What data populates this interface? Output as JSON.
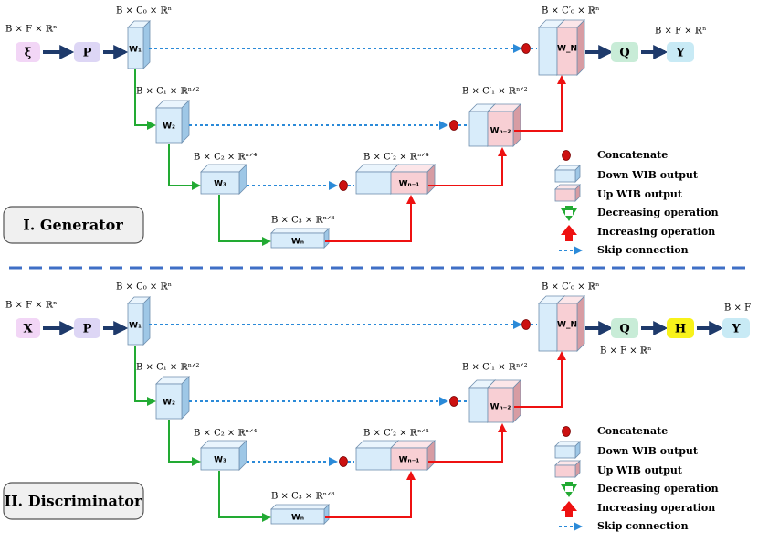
{
  "colors": {
    "down_front": "#d8ecfa",
    "down_side": "#9ec7e6",
    "down_top": "#eaf5fd",
    "up_front": "#f8cfd4",
    "up_side": "#d79ca3",
    "up_top": "#fce6e9",
    "stroke": "#6f8fae",
    "down_arrow": "#22aa33",
    "up_arrow": "#ee1111",
    "skip": "#2b8ad8",
    "main_arrow": "#1e3a6b",
    "concat": "#cc1111",
    "xi_box": "#f2d6f6",
    "p_box": "#ddd6f5",
    "q_box": "#c8ecd7",
    "y_box": "#c8eaf5",
    "h_box": "#f8f21a",
    "x_box": "#f2d6f6",
    "divider": "#3f6fc6",
    "panel_label_bg": "#f0f0f0"
  },
  "generator": {
    "label": "I. Generator",
    "input_dims": "B × F × ℝⁿ",
    "input_symbol": "ξ",
    "p_label": "P",
    "w1_dims": "B × C₀ × ℝⁿ",
    "w1_label": "W₁",
    "w2_dims": "B × C₁ × ℝⁿᐟ²",
    "w2_label": "W₂",
    "w3_dims": "B × C₂ × ℝⁿᐟ⁴",
    "w3_label": "W₃",
    "wn_dims": "B × C₃ × ℝⁿᐟ⁸",
    "wn_label": "Wₙ",
    "up1_dims": "B × C′₂ × ℝⁿᐟ⁴",
    "up1_label": "Wₙ₋₁",
    "up2_dims": "B × C′₁ × ℝⁿᐟ²",
    "up2_label": "Wₙ₋₂",
    "upN_dims": "B × C′₀ × ℝⁿ",
    "upN_label": "W_N",
    "q_label": "Q",
    "out_dims": "B × F × ℝⁿ",
    "y_label": "Y"
  },
  "discriminator": {
    "label": "II. Discriminator",
    "input_dims": "B × F × ℝⁿ",
    "input_symbol": "X",
    "p_label": "P",
    "w1_dims": "B × C₀ × ℝⁿ",
    "w1_label": "W₁",
    "w2_dims": "B × C₁ × ℝⁿᐟ²",
    "w2_label": "W₂",
    "w3_dims": "B × C₂ × ℝⁿᐟ⁴",
    "w3_label": "W₃",
    "wn_dims": "B × C₃ × ℝⁿᐟ⁸",
    "wn_label": "Wₙ",
    "up1_dims": "B × C′₂ × ℝⁿᐟ⁴",
    "up1_label": "Wₙ₋₁",
    "up2_dims": "B × C′₁ × ℝⁿᐟ²",
    "up2_label": "Wₙ₋₂",
    "upN_dims": "B × C′₀ × ℝⁿ",
    "upN_label": "W_N",
    "q_label": "Q",
    "q_dims": "B × F × ℝⁿ",
    "h_label": "H",
    "out_dims": "B × F",
    "y_label": "Y"
  },
  "legend": {
    "concatenate": "Concatenate",
    "down_wib": "Down WIB output",
    "up_wib": "Up WIB output",
    "decreasing": "Decreasing operation",
    "increasing": "Increasing operation",
    "skip": "Skip connection"
  }
}
